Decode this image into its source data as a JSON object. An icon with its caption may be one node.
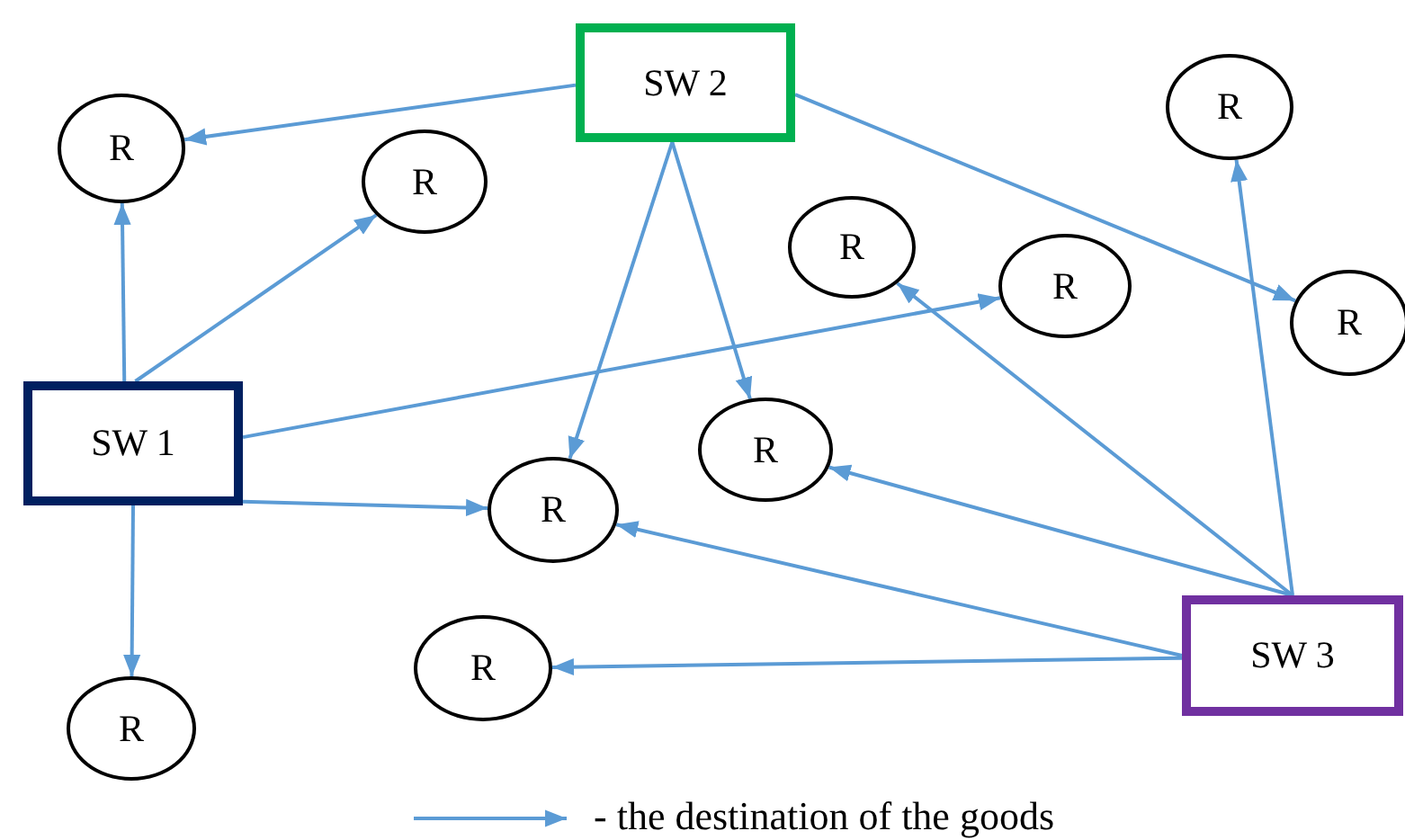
{
  "diagram": {
    "nodes": [
      {
        "text": [
          "SW 2"
        ]
      },
      {
        "text": [
          "R"
        ]
      },
      {
        "text": [
          "R"
        ]
      },
      {
        "text": [
          "R"
        ]
      },
      {
        "text": [
          "R"
        ]
      },
      {
        "text": [
          "R"
        ]
      },
      {
        "text": [
          "R"
        ]
      },
      {
        "text": [
          "SW 1"
        ]
      },
      {
        "text": [
          "R"
        ]
      },
      {
        "text": [
          "R"
        ]
      },
      {
        "text": [
          "SW 3"
        ]
      },
      {
        "text": [
          "R"
        ]
      },
      {
        "text": [
          "R"
        ]
      }
    ],
    "edges": [
      {
        "from": 0,
        "to": 1,
        "arrow": "to"
      },
      {
        "from": 0,
        "to": 9,
        "arrow": "to"
      },
      {
        "from": 0,
        "to": 8,
        "arrow": "to"
      },
      {
        "from": 0,
        "to": 6,
        "arrow": "to"
      },
      {
        "from": 7,
        "to": 1,
        "arrow": "to"
      },
      {
        "from": 7,
        "to": 3,
        "arrow": "to"
      },
      {
        "from": 7,
        "to": 5,
        "arrow": "to"
      },
      {
        "from": 7,
        "to": 9,
        "arrow": "to"
      },
      {
        "from": 7,
        "to": 12,
        "arrow": "to"
      },
      {
        "from": 10,
        "to": 2,
        "arrow": "to"
      },
      {
        "from": 10,
        "to": 4,
        "arrow": "to"
      },
      {
        "from": 10,
        "to": 8,
        "arrow": "to"
      },
      {
        "from": 10,
        "to": 9,
        "arrow": "to"
      },
      {
        "from": 10,
        "to": 11,
        "arrow": "to"
      }
    ],
    "legend": [
      {
        "text": "- the destination of the goods"
      }
    ]
  }
}
